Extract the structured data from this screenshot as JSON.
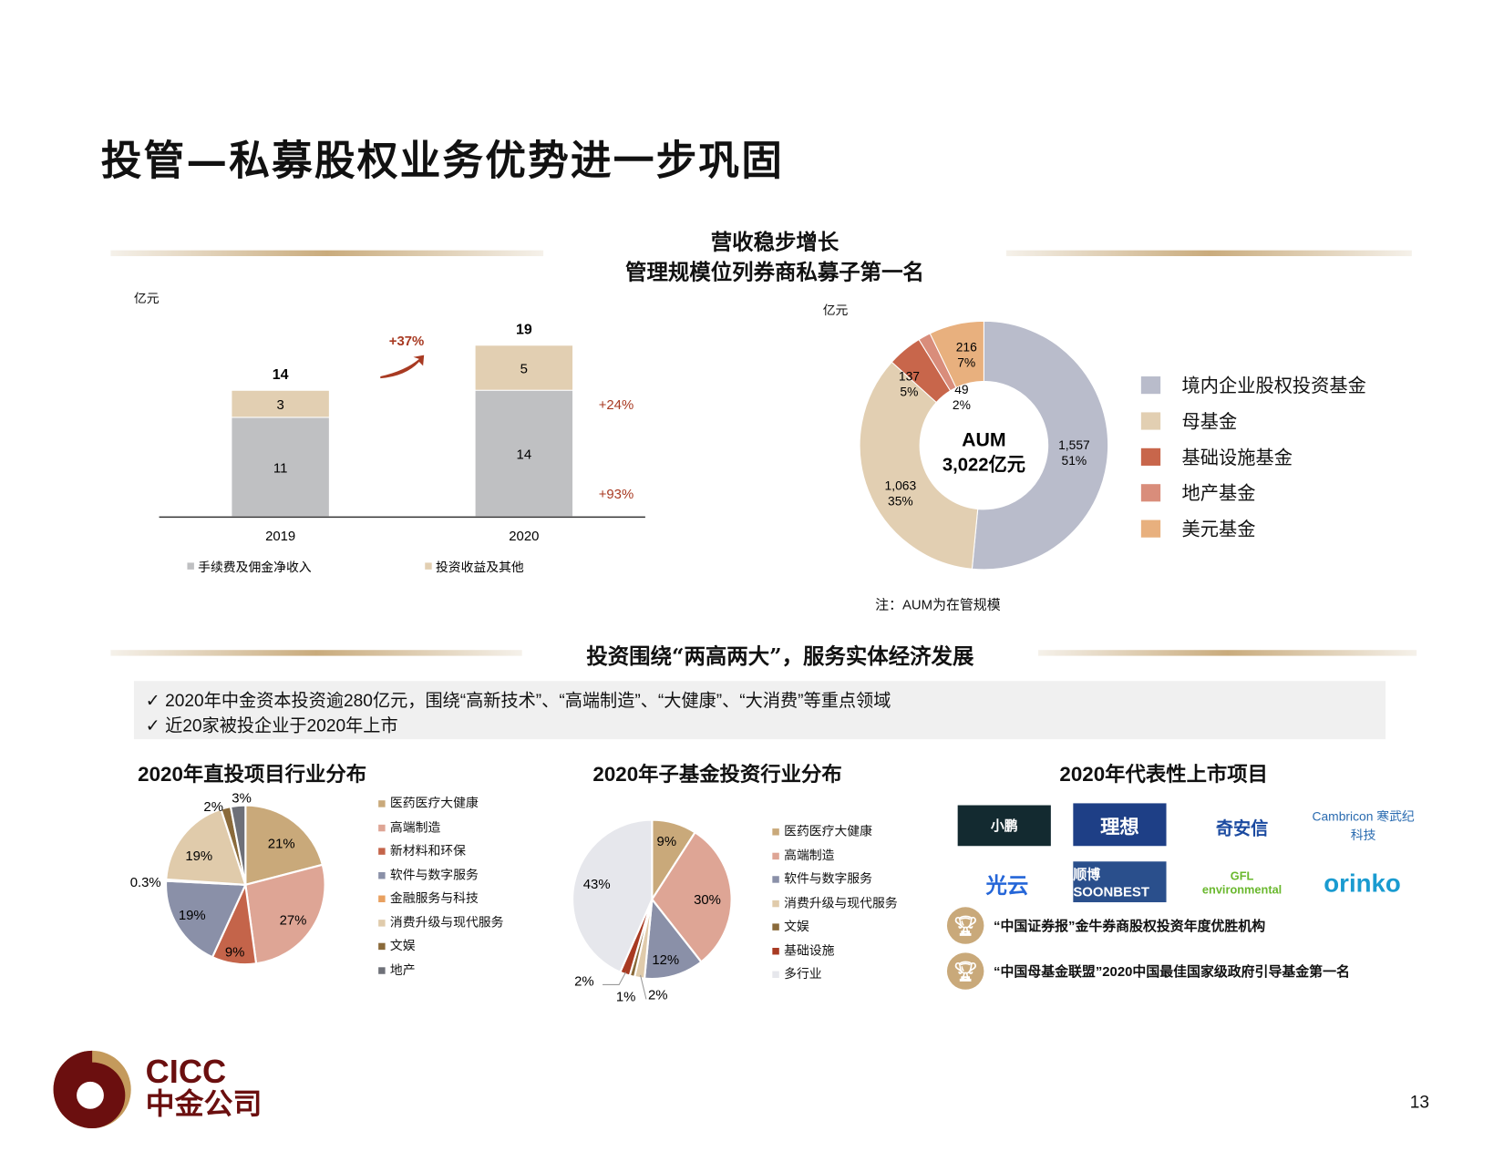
{
  "page": {
    "title": "投管—私募股权业务优势进一步巩固",
    "page_number": "13"
  },
  "top_section": {
    "heading_line1": "营收稳步增长",
    "heading_line2": "管理规模位列券商私募子第一名"
  },
  "middle_section": {
    "heading": "投资围绕“两高两大”，服务实体经济发展",
    "bullets": [
      "2020年中金资本投资逾280亿元，围绕“高新技术”、“高端制造”、“大健康”、“大消费”等重点领域",
      "近20家被投企业于2020年上市"
    ],
    "check_icon": "✓"
  },
  "logo": {
    "name_en": "CICC",
    "name_cn": "中金公司",
    "colors": {
      "dark": "#6b0f0f",
      "gold": "#c49a5c"
    }
  },
  "listed": {
    "title": "2020年代表性上市项目",
    "logos": [
      "小鹏",
      "理想",
      "奇安信",
      "Cambricon 寒武纪科技",
      "光云",
      "顺博 SOONBEST",
      "GFL environmental",
      "orinko"
    ],
    "awards": [
      "“中国证券报”金牛券商股权投资年度优胜机构",
      "“中国母基金联盟”2020中国最佳国家级政府引导基金第一名"
    ]
  },
  "chart_data": [
    {
      "type": "bar",
      "stacked": true,
      "unit": "亿元",
      "categories": [
        "2019",
        "2020"
      ],
      "series": [
        {
          "name": "手续费及佣金净收入",
          "values": [
            11,
            14
          ],
          "color": "#bfc0c2"
        },
        {
          "name": "投资收益及其他",
          "values": [
            3,
            5
          ],
          "color": "#e2cfb2"
        }
      ],
      "totals": [
        "14",
        "19"
      ],
      "growth_total": "+37%",
      "growth_series": [
        "+24%",
        "+93%"
      ],
      "accent": "#a83a22"
    },
    {
      "type": "pie",
      "donut": true,
      "unit": "亿元",
      "center_label": "AUM",
      "center_value": "3,022亿元",
      "note": "注：AUM为在管规模",
      "slices": [
        {
          "name": "境内企业股权投资基金",
          "value": 1557,
          "value_label": "1,557",
          "pct": "51%",
          "color": "#b9bccb"
        },
        {
          "name": "母基金",
          "value": 1063,
          "value_label": "1,063",
          "pct": "35%",
          "color": "#e2cfb2"
        },
        {
          "name": "基础设施基金",
          "value": 137,
          "value_label": "137",
          "pct": "5%",
          "color": "#c8664b"
        },
        {
          "name": "地产基金",
          "value": 49,
          "value_label": "49",
          "pct": "2%",
          "color": "#d98d7b"
        },
        {
          "name": "美元基金",
          "value": 216,
          "value_label": "216",
          "pct": "7%",
          "color": "#e8b07e"
        }
      ]
    },
    {
      "type": "pie",
      "title": "2020年直投项目行业分布",
      "slices": [
        {
          "name": "医药医疗大健康",
          "value": 21,
          "label": "21%",
          "color": "#c9a97a"
        },
        {
          "name": "高端制造",
          "value": 27,
          "label": "27%",
          "color": "#dea595"
        },
        {
          "name": "新材料和环保",
          "value": 9,
          "label": "9%",
          "color": "#c4644a"
        },
        {
          "name": "软件与数字服务",
          "value": 19,
          "label": "19%",
          "color": "#8a90a8"
        },
        {
          "name": "金融服务与科技",
          "value": 0.3,
          "label": "0.3%",
          "color": "#e8a060"
        },
        {
          "name": "消费升级与现代服务",
          "value": 19,
          "label": "19%",
          "color": "#e0cbab"
        },
        {
          "name": "文娱",
          "value": 2,
          "label": "2%",
          "color": "#8a6a3a"
        },
        {
          "name": "地产",
          "value": 3,
          "label": "3%",
          "color": "#6e7078"
        }
      ]
    },
    {
      "type": "pie",
      "title": "2020年子基金投资行业分布",
      "slices": [
        {
          "name": "医药医疗大健康",
          "value": 9,
          "label": "9%",
          "color": "#c9a97a"
        },
        {
          "name": "高端制造",
          "value": 30,
          "label": "30%",
          "color": "#dea595"
        },
        {
          "name": "软件与数字服务",
          "value": 12,
          "label": "12%",
          "color": "#8a90a8"
        },
        {
          "name": "消费升级与现代服务",
          "value": 2,
          "label": "2%",
          "color": "#e0cbab"
        },
        {
          "name": "文娱",
          "value": 1,
          "label": "1%",
          "color": "#8a6a3a"
        },
        {
          "name": "基础设施",
          "value": 2,
          "label": "2%",
          "color": "#a83a22"
        },
        {
          "name": "多行业",
          "value": 43,
          "label": "43%",
          "color": "#e6e7ec"
        }
      ]
    }
  ]
}
